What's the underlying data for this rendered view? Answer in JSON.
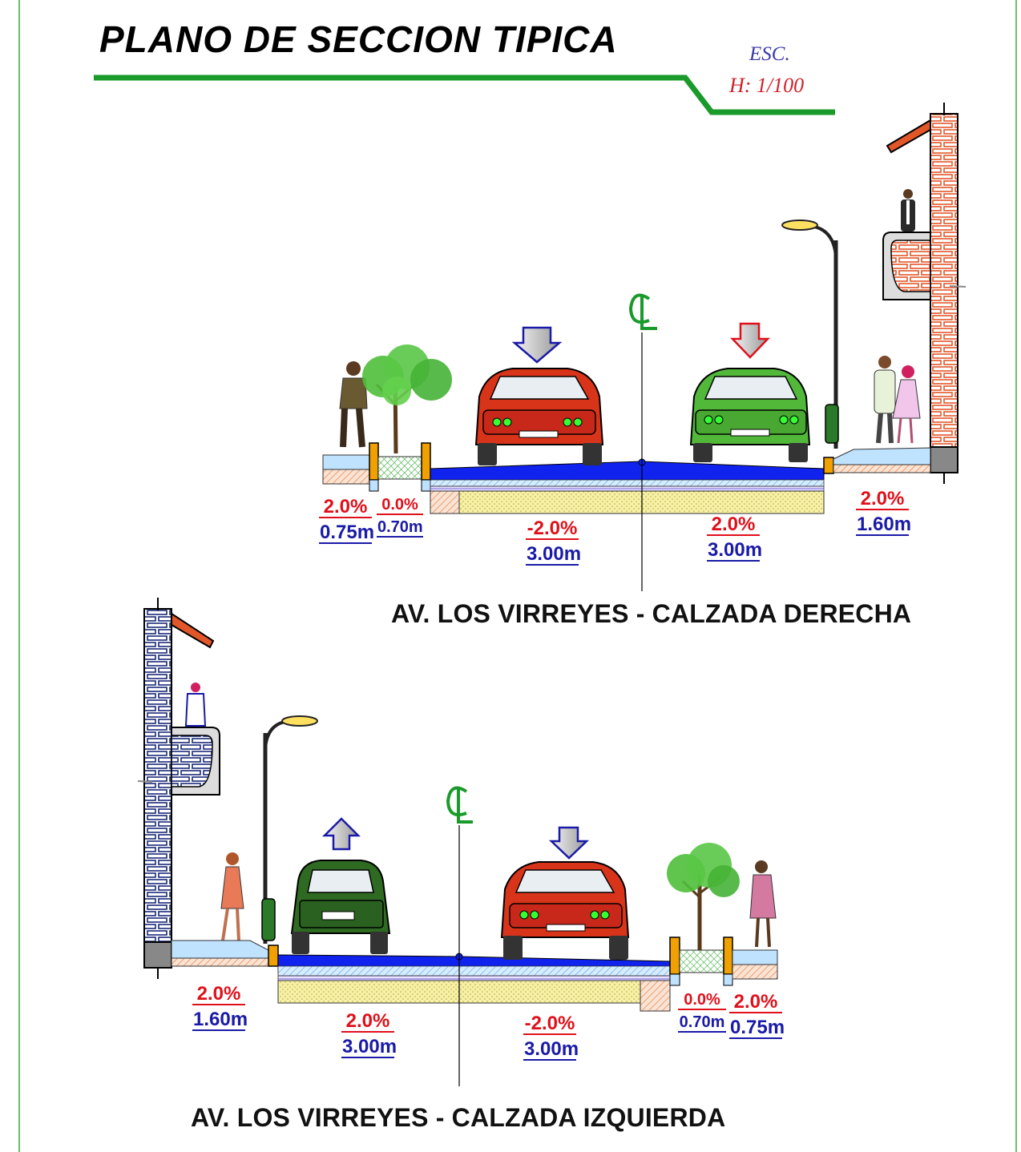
{
  "title": "PLANO DE SECCION TIPICA",
  "scale": {
    "label": "ESC.",
    "value": "H: 1/100"
  },
  "colors": {
    "title_line": "#1a9a2a",
    "centerline": "#1a9a2a",
    "slope": "#e0101a",
    "width": "#1a1aa8",
    "asphalt": "#0f22ee",
    "brick": "#e2572a",
    "block": "#1a2a7a",
    "curb": "#f0a000",
    "base": "#f6f0a8"
  },
  "section_right": {
    "caption": "AV. LOS VIRREYES - CALZADA DERECHA",
    "centerline_symbol": "CL",
    "segments": [
      {
        "slope": "2.0%",
        "width": "0.75m"
      },
      {
        "slope": "0.0%",
        "width": "0.70m"
      },
      {
        "slope": "-2.0%",
        "width": "3.00m"
      },
      {
        "slope": "2.0%",
        "width": "3.00m"
      },
      {
        "slope": "2.0%",
        "width": "1.60m"
      }
    ]
  },
  "section_left": {
    "caption": "AV. LOS VIRREYES - CALZADA IZQUIERDA",
    "centerline_symbol": "CL",
    "segments": [
      {
        "slope": "2.0%",
        "width": "1.60m"
      },
      {
        "slope": "2.0%",
        "width": "3.00m"
      },
      {
        "slope": "-2.0%",
        "width": "3.00m"
      },
      {
        "slope": "0.0%",
        "width": "0.70m"
      },
      {
        "slope": "2.0%",
        "width": "0.75m"
      }
    ]
  }
}
